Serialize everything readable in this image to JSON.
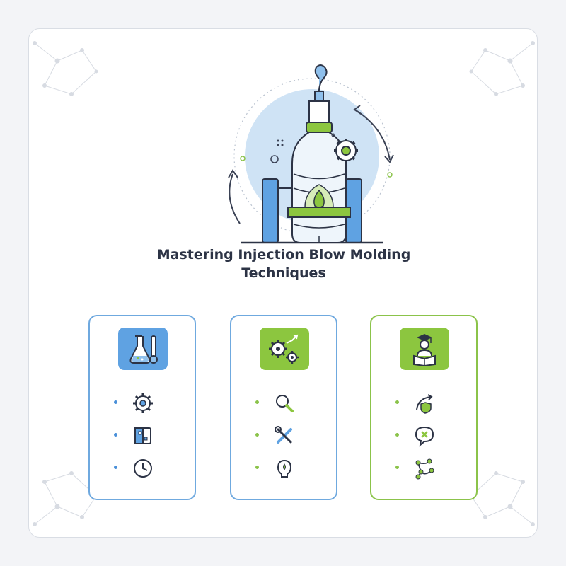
{
  "title": {
    "line1": "Mastering Injection Blow Molding",
    "line2": "Techniques"
  },
  "colors": {
    "blue": "#4a90d9",
    "blue_fill": "#5fa2e2",
    "green": "#8bc34a",
    "green_fill": "#8cc63f",
    "ink": "#2c3345"
  },
  "hero": {
    "icons": [
      "bottle-icon",
      "gear-icon",
      "flame-icon",
      "mold-clamp-icon",
      "cycle-arrow-icon"
    ]
  },
  "cards": [
    {
      "accent": "blue",
      "icon": "lab-flask-thermometer-icon",
      "items": [
        "gear-icon",
        "mold-block-icon",
        "clock-icon"
      ]
    },
    {
      "accent": "green",
      "icon": "gears-optimization-icon",
      "items": [
        "magnifier-icon",
        "tools-icon",
        "brain-bulb-icon"
      ]
    },
    {
      "accent": "green",
      "icon": "graduate-reading-icon",
      "items": [
        "shield-arrow-icon",
        "error-bubble-icon",
        "network-path-icon"
      ]
    }
  ]
}
